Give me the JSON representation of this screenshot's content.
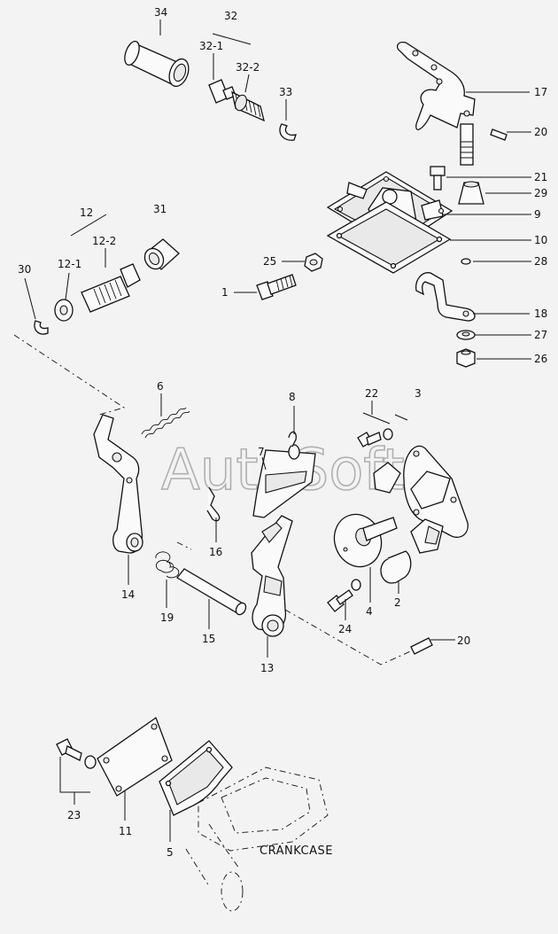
{
  "watermark": "AutoSoft",
  "crankcase_label": "CRANKCASE",
  "labels": {
    "l34": "34",
    "l32": "32",
    "l32_1": "32-1",
    "l32_2": "32-2",
    "l33": "33",
    "l17": "17",
    "l20a": "20",
    "l21": "21",
    "l29": "29",
    "l9": "9",
    "l10": "10",
    "l28": "28",
    "l18": "18",
    "l27": "27",
    "l26": "26",
    "l12": "12",
    "l12_1": "12-1",
    "l12_2": "12-2",
    "l31": "31",
    "l30": "30",
    "l25": "25",
    "l1": "1",
    "l6": "6",
    "l8": "8",
    "l22": "22",
    "l3": "3",
    "l7": "7",
    "l16": "16",
    "l14": "14",
    "l19": "19",
    "l15": "15",
    "l13": "13",
    "l4": "4",
    "l2": "2",
    "l24": "24",
    "l20b": "20",
    "l23": "23",
    "l11": "11",
    "l5": "5"
  }
}
